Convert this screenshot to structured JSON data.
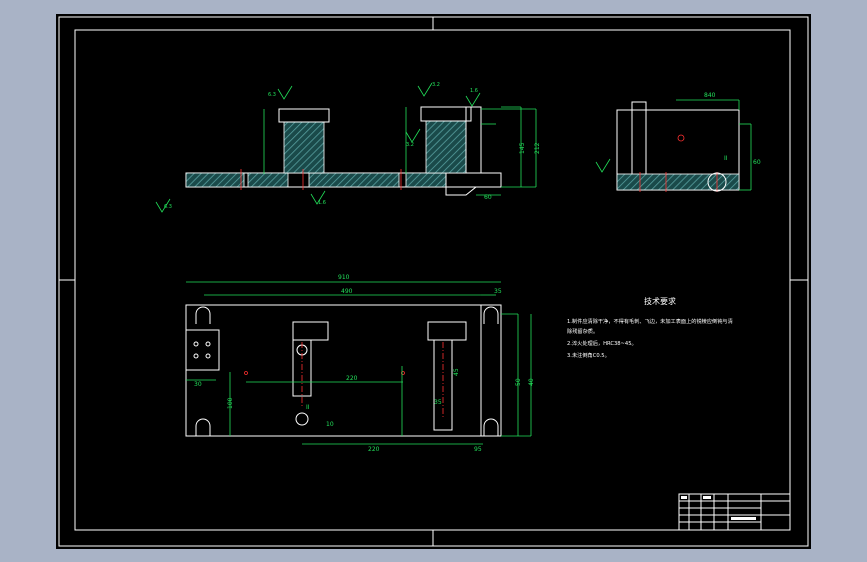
{
  "drawing": {
    "dimensions": {
      "overall_width": "910",
      "inner_width": "490",
      "right_offset": "35",
      "bottom_width": "220",
      "bottom_right": "95",
      "top_left_a": "50",
      "top_left_b": "30",
      "mid_right": "45",
      "right_view_top": "840",
      "right_view_side": "60",
      "elev_right_a": "145",
      "elev_right_b": "212",
      "elev_bottom": "60",
      "left_small": "30",
      "left_mid": "100",
      "mid_220": "220",
      "small_35": "35",
      "small_10": "10",
      "r_view_side2": "40"
    },
    "roughness": {
      "r1": "6.3",
      "r2": "1.6",
      "r3": "3.2",
      "r4": "1.6",
      "r5": "6.3",
      "r6": "3.2"
    },
    "labels": {
      "section_mark": "II",
      "section_mark_2": "II"
    }
  },
  "tech_notes": {
    "title": "技术要求",
    "lines": [
      "1.制件应清除干净，不得有毛刺、飞边，未加工表面上的锐棱应倒钝与清",
      "除残留杂质。",
      "2.淬火处理后，HRC38~45。",
      "3.未注倒角C0.5。"
    ]
  },
  "title_block": {
    "rows": 5,
    "cols": 6
  }
}
